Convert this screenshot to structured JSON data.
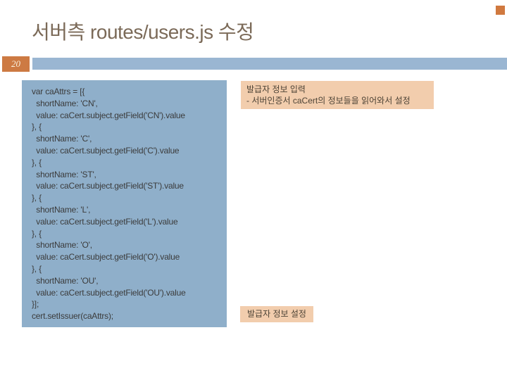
{
  "slide": {
    "title": "서버측 routes/users.js 수정",
    "page_number": "20"
  },
  "code_block": {
    "text": "var caAttrs = [{\n  shortName: 'CN',\n  value: caCert.subject.getField('CN').value\n}, {\n  shortName: 'C',\n  value: caCert.subject.getField('C').value\n}, {\n  shortName: 'ST',\n  value: caCert.subject.getField('ST').value\n}, {\n  shortName: 'L',\n  value: caCert.subject.getField('L').value\n}, {\n  shortName: 'O',\n  value: caCert.subject.getField('O').value\n}, {\n  shortName: 'OU',\n  value: caCert.subject.getField('OU').value\n}];\ncert.setIssuer(caAttrs);"
  },
  "callouts": {
    "issuer_input": {
      "line1": "발급자 정보 입력",
      "line2": "- 서버인증서 caCert의 정보들을 읽어와서 설정"
    },
    "issuer_set": {
      "label": "발급자 정보 설정"
    }
  },
  "colors": {
    "accent_orange": "#cd7a43",
    "corner_square_orange": "#d0793f",
    "header_bar_blue": "#9ab6d2",
    "code_background_blue": "#8fafca",
    "callout_background_tan": "#f2cdad",
    "title_text": "#7b6a58",
    "code_text": "#3b3b3b"
  }
}
